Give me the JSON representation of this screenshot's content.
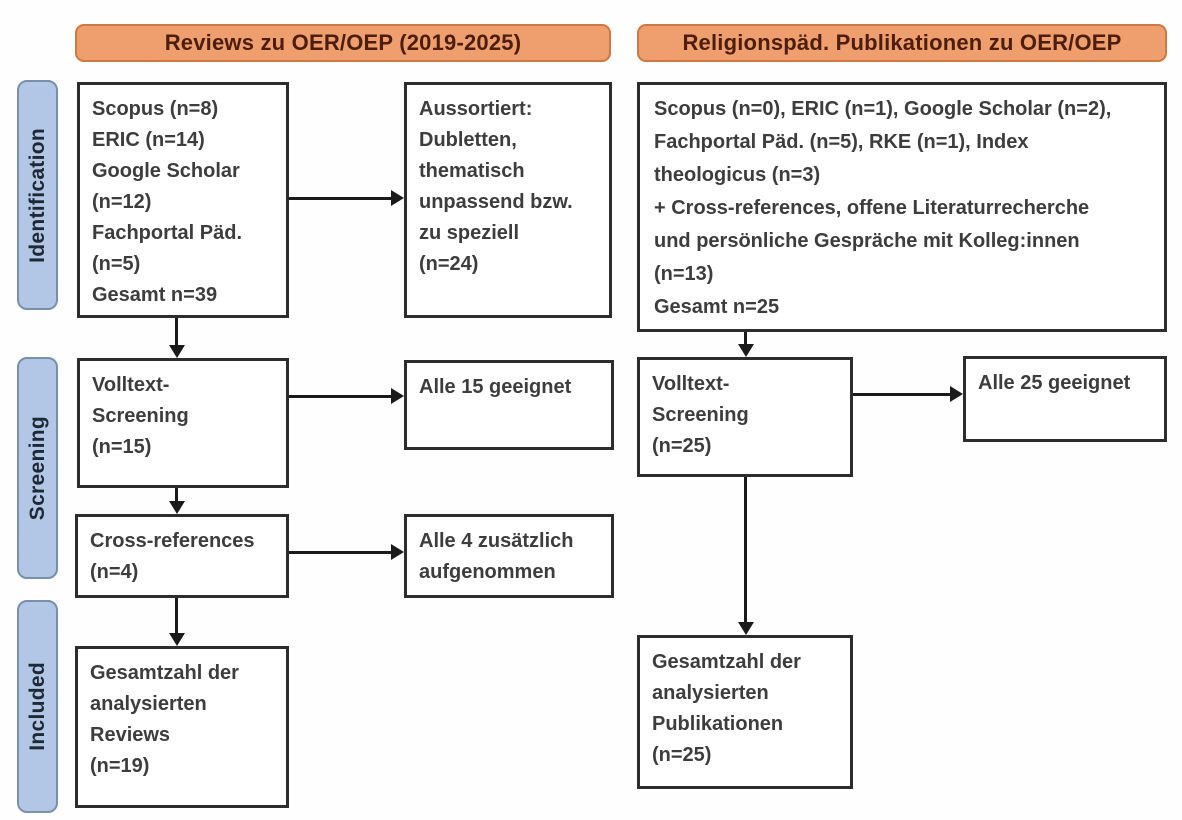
{
  "title_headers": {
    "left": "Reviews zu OER/OEP (2019-2025)",
    "right": "Religionspäd. Publikationen zu OER/OEP"
  },
  "phases": [
    {
      "label": "Identification"
    },
    {
      "label": "Screening"
    },
    {
      "label": "Included"
    }
  ],
  "colors": {
    "header_fill": "#EF9E6E",
    "header_border": "#CE7943",
    "header_text": "#4D1E0E",
    "phase_fill": "#B2C7E5",
    "phase_border": "#7890AB",
    "phase_text": "#1E2837",
    "box_fill": "#FFFFFF",
    "box_border": "#2D2D2D",
    "box_text": "#3D3D3D",
    "arrow": "#1A1A1A"
  },
  "flow": {
    "left": {
      "sources": {
        "lines": [
          "Scopus (n=8)",
          "ERIC (n=14)",
          "Google Scholar",
          "(n=12)",
          "Fachportal Päd.",
          "(n=5)",
          "Gesamt n=39"
        ]
      },
      "excluded": {
        "lines": [
          "Aussortiert:",
          "Dubletten,",
          "thematisch",
          "unpassend bzw.",
          "zu speziell",
          "(n=24)"
        ]
      },
      "fulltext": {
        "lines": [
          "Volltext-",
          "Screening",
          "(n=15)"
        ]
      },
      "fulltext_result": {
        "lines": [
          "Alle 15 geeignet"
        ]
      },
      "crossref": {
        "lines": [
          "Cross-references",
          "(n=4)"
        ]
      },
      "crossref_result": {
        "lines": [
          "Alle 4 zusätzlich",
          "aufgenommen"
        ]
      },
      "included": {
        "lines": [
          "Gesamtzahl der",
          "analysierten",
          "Reviews",
          "(n=19)"
        ]
      }
    },
    "right": {
      "sources": {
        "lines": [
          "Scopus (n=0), ERIC (n=1), Google Scholar (n=2),",
          "Fachportal Päd. (n=5), RKE (n=1), Index",
          "theologicus (n=3)",
          "+ Cross-references, offene Literaturrecherche",
          "und persönliche Gespräche mit Kolleg:innen",
          "(n=13)",
          "Gesamt n=25"
        ]
      },
      "fulltext": {
        "lines": [
          "Volltext-",
          "Screening",
          "(n=25)"
        ]
      },
      "fulltext_result": {
        "lines": [
          "Alle 25 geeignet"
        ]
      },
      "included": {
        "lines": [
          "Gesamtzahl der",
          "analysierten",
          "Publikationen",
          "(n=25)"
        ]
      }
    }
  }
}
